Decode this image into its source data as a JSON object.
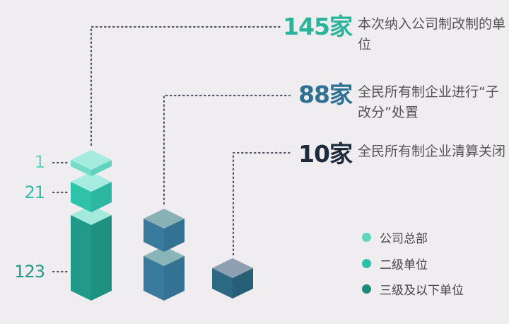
{
  "chart_data": {
    "type": "bar",
    "title": "",
    "categories": [
      "本次纳入公司制改制的单位",
      "全民所有制企业进行“子改分”处置",
      "全民所有制企业清算关闭"
    ],
    "totals": [
      {
        "number": "145家",
        "value": 145,
        "description": "本次纳入公司制改制的单位",
        "color": "#2bb39b"
      },
      {
        "number": "88家",
        "value": 88,
        "description": "全民所有制企业进行“子改分”处置",
        "color": "#2f7192"
      },
      {
        "number": "10家",
        "value": 10,
        "description": "全民所有制企业清算关闭",
        "color": "#1e2b3a"
      }
    ],
    "series": [
      {
        "name": "公司总部",
        "color": "#5fd6c0",
        "values": [
          1,
          null,
          null
        ],
        "label": "1"
      },
      {
        "name": "二级单位",
        "color": "#2dbfa8",
        "values": [
          21,
          null,
          null
        ],
        "label": "21"
      },
      {
        "name": "三级及以下单位",
        "color": "#22998a",
        "values": [
          123,
          null,
          null
        ],
        "label": "123"
      }
    ],
    "legend_position": "bottom-right"
  }
}
